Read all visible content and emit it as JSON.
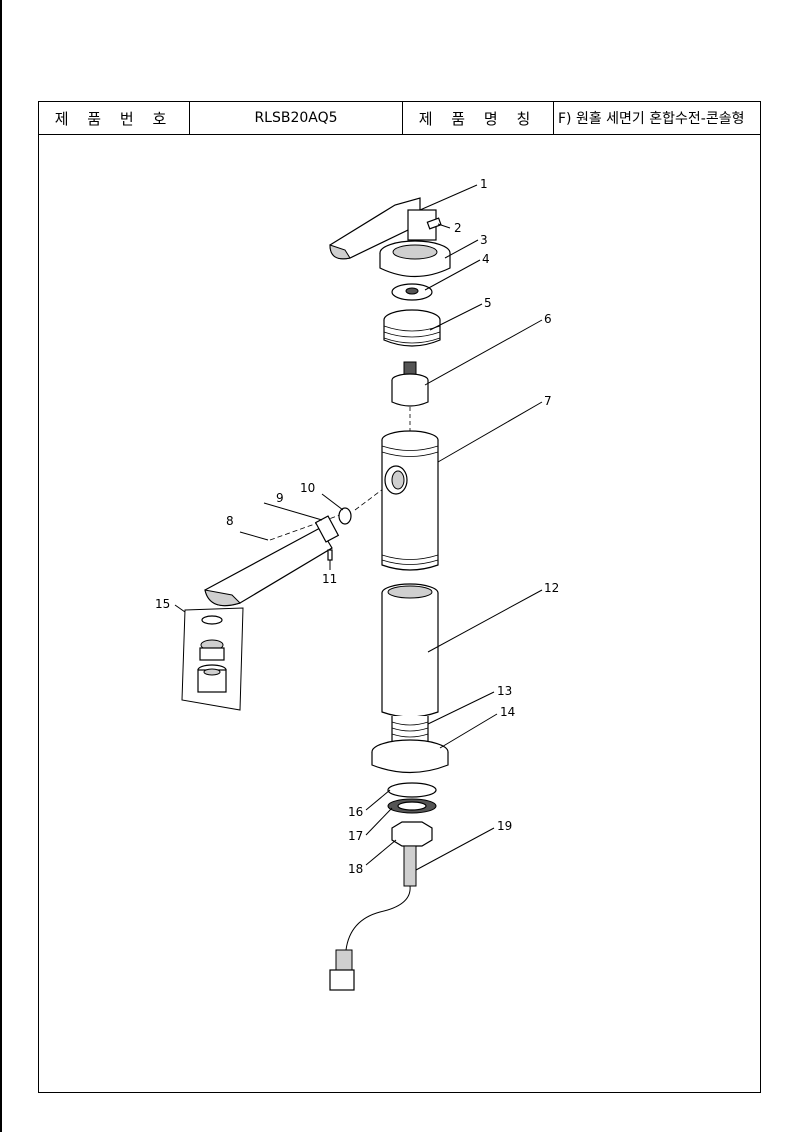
{
  "title_block": {
    "product_number_label": "제 품 번 호",
    "product_number_value": "RLSB20AQ5",
    "product_name_label": "제 품 명 칭",
    "product_name_value": "F) 원홀 세면기 혼합수전-콘솔형"
  },
  "part_numbers": [
    "1",
    "2",
    "3",
    "4",
    "5",
    "6",
    "7",
    "8",
    "9",
    "10",
    "11",
    "12",
    "13",
    "14",
    "15",
    "16",
    "17",
    "18",
    "19"
  ]
}
